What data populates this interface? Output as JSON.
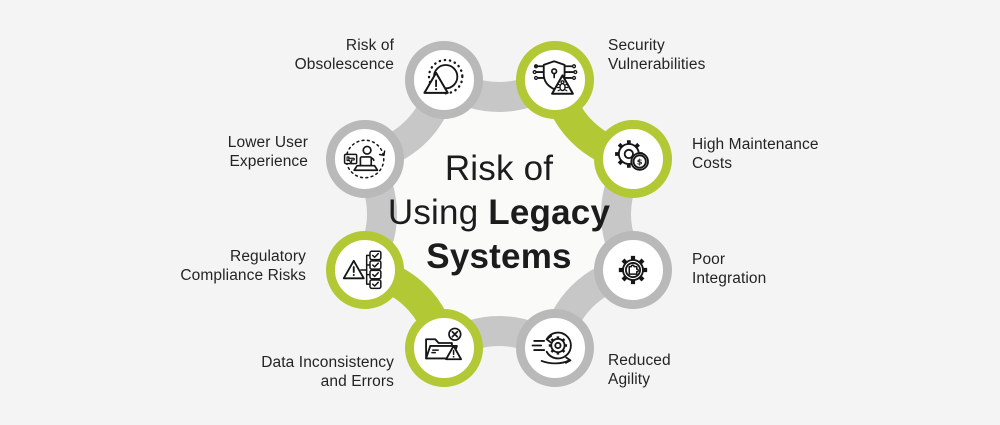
{
  "title": {
    "line1": "Risk of",
    "line2_regular": "Using",
    "line2_bold": "Legacy",
    "line3_bold": "Systems"
  },
  "colors": {
    "background": "#f5f4f4",
    "center_fill": "#fafaf9",
    "band_gray": "#c7c7c7",
    "ring_gray": "#b9b9b9",
    "green": "#b2c834",
    "text": "#242424",
    "icon_stroke": "#161616"
  },
  "nodes": [
    {
      "id": "risk-of-obsolescence",
      "label_line1": "Risk of",
      "label_line2": "Obsolescence",
      "accent": false,
      "icon": "obsolescence-warning-icon"
    },
    {
      "id": "security-vulnerabilities",
      "label_line1": "Security",
      "label_line2": "Vulnerabilities",
      "accent": true,
      "icon": "shield-bug-icon"
    },
    {
      "id": "high-maintenance-costs",
      "label_line1": "High Maintenance",
      "label_line2": "Costs",
      "accent": true,
      "icon": "gear-dollar-icon"
    },
    {
      "id": "poor-integration",
      "label_line1": "Poor",
      "label_line2": "Integration",
      "accent": false,
      "icon": "gear-puzzle-icon"
    },
    {
      "id": "reduced-agility",
      "label_line1": "Reduced",
      "label_line2": "Agility",
      "accent": false,
      "icon": "agile-sprint-gear-icon"
    },
    {
      "id": "data-inconsistency-and-errors",
      "label_line1": "Data Inconsistency",
      "label_line2": "and Errors",
      "accent": true,
      "icon": "folder-error-icon"
    },
    {
      "id": "regulatory-compliance-risks",
      "label_line1": "Regulatory",
      "label_line2": "Compliance Risks",
      "accent": true,
      "icon": "warning-checklist-icon"
    },
    {
      "id": "lower-user-experience",
      "label_line1": "Lower User",
      "label_line2": "Experience",
      "accent": false,
      "icon": "user-thumbs-down-icon"
    }
  ]
}
